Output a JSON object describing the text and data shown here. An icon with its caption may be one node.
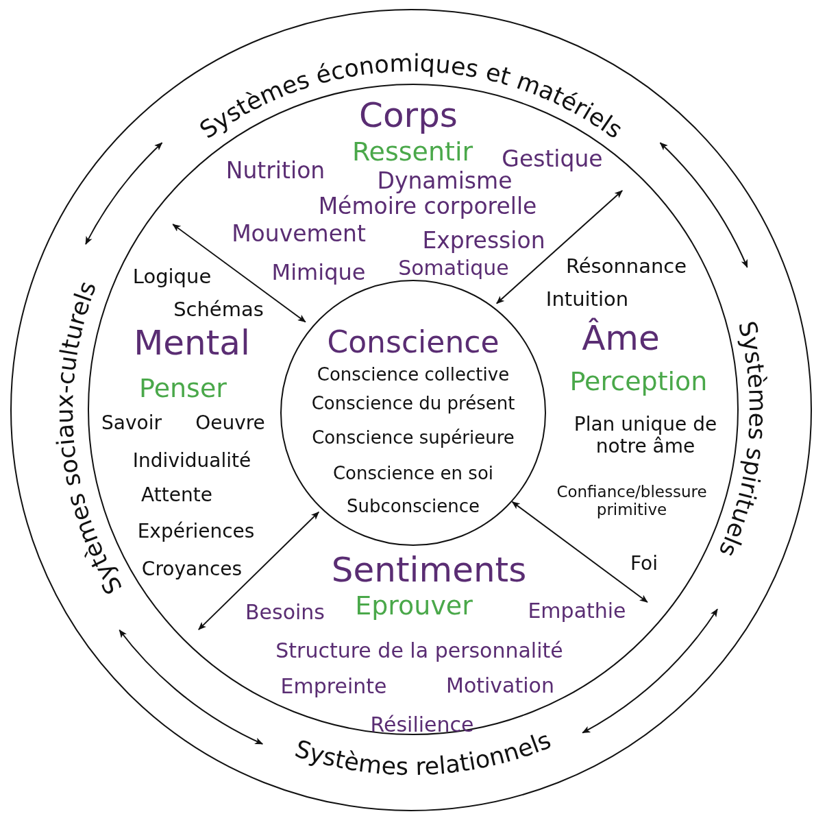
{
  "diagram": {
    "nodes": [
      {
        "text": [],
        "shape": "circle"
      },
      {
        "text": [
          "Systèmes économiques et matériels"
        ],
        "in": 0
      },
      {
        "text": [
          "Systèmes spirituels"
        ],
        "in": 0
      },
      {
        "text": [
          "Systèmes relationnels"
        ],
        "in": 0
      },
      {
        "text": [
          "Sytèmes sociaux-culturels"
        ],
        "in": 0
      },
      {
        "text": [],
        "shape": "circle",
        "in": 0
      },
      {
        "text": [
          "Conscience",
          "Conscience collective",
          "Conscience du présent",
          "Conscience supérieure",
          "Conscience en soi",
          "Subconscience"
        ],
        "in": 5
      }
    ],
    "edges": [
      {
        "from": 4,
        "to": 1,
        "arrow": "both"
      },
      {
        "from": 1,
        "to": 2,
        "arrow": "both"
      },
      {
        "from": 2,
        "to": 3,
        "arrow": "both"
      },
      {
        "from": 3,
        "to": 4,
        "arrow": "both"
      },
      {
        "from": null,
        "to": 6,
        "arrow": "both"
      },
      {
        "from": null,
        "to": 6,
        "arrow": "both"
      },
      {
        "from": null,
        "to": 6,
        "arrow": "both"
      },
      {
        "from": null,
        "to": 6,
        "arrow": "both"
      }
    ],
    "labels": [
      "Corps",
      "Nutrition",
      "Ressentir",
      "Gestique",
      "Dynamisme",
      "Mémoire corporelle",
      "Mouvement",
      "Expression",
      "Logique",
      "Mimique",
      "Somatique",
      "Résonnance",
      "Schémas",
      "Intuition",
      "Mental",
      "Âme",
      "Penser",
      "Perception",
      "Savoir",
      "Oeuvre",
      "Plan unique de notre âme",
      "Individualité",
      "Confiance/blessure primitive",
      "Attente",
      "Expériences",
      "Croyances",
      "Foi",
      "Sentiments",
      "Besoins",
      "Eprouver",
      "Empathie",
      "Structure de la personnalité",
      "Empreinte",
      "Motivation",
      "Résilience"
    ]
  }
}
